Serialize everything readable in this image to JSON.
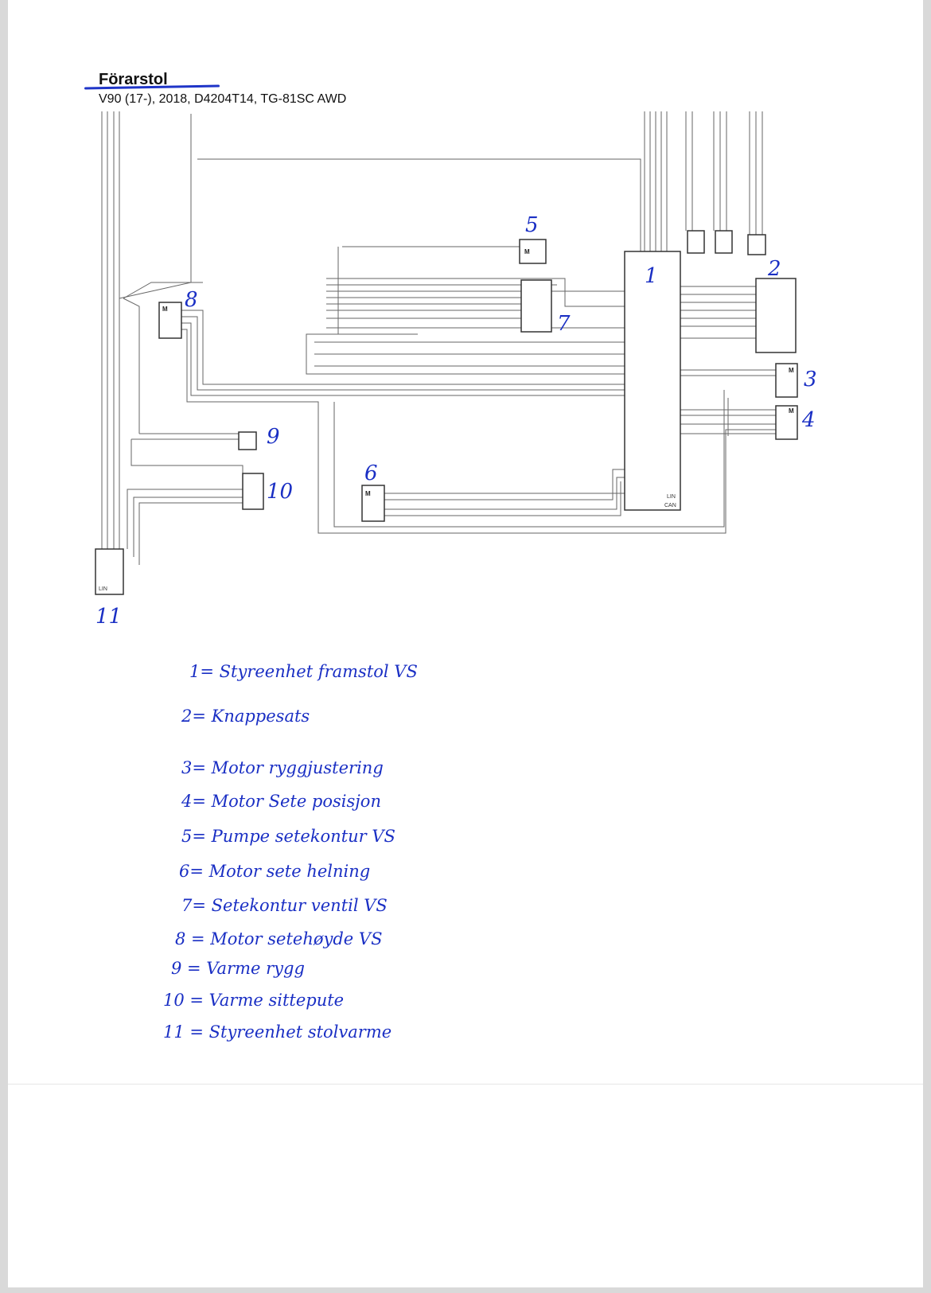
{
  "document": {
    "title": "Förarstol",
    "subtitle": "V90 (17-), 2018, D4204T14, TG-81SC AWD"
  },
  "diagram": {
    "motor_label": "M",
    "unit1_bus_labels": [
      "LIN",
      "CAN"
    ],
    "unit11_bus_label": "LIN",
    "component_numbers": [
      "1",
      "2",
      "3",
      "4",
      "5",
      "6",
      "7",
      "8",
      "9",
      "10",
      "11"
    ]
  },
  "legend": [
    {
      "num": "1",
      "text": "1= Styreenhet framstol VS"
    },
    {
      "num": "2",
      "text": "2= Knappesats"
    },
    {
      "num": "3",
      "text": "3= Motor ryggjustering"
    },
    {
      "num": "4",
      "text": "4= Motor Sete posisjon"
    },
    {
      "num": "5",
      "text": "5= Pumpe setekontur VS"
    },
    {
      "num": "6",
      "text": "6= Motor sete helning"
    },
    {
      "num": "7",
      "text": "7= Setekontur ventil VS"
    },
    {
      "num": "8",
      "text": "8 = Motor setehøyde VS"
    },
    {
      "num": "9",
      "text": "9 = Varme rygg"
    },
    {
      "num": "10",
      "text": "10 = Varme sittepute"
    },
    {
      "num": "11",
      "text": "11 = Styreenhet stolvarme"
    }
  ],
  "colors": {
    "ink": "#1a2fc4",
    "wire": "#555555"
  }
}
